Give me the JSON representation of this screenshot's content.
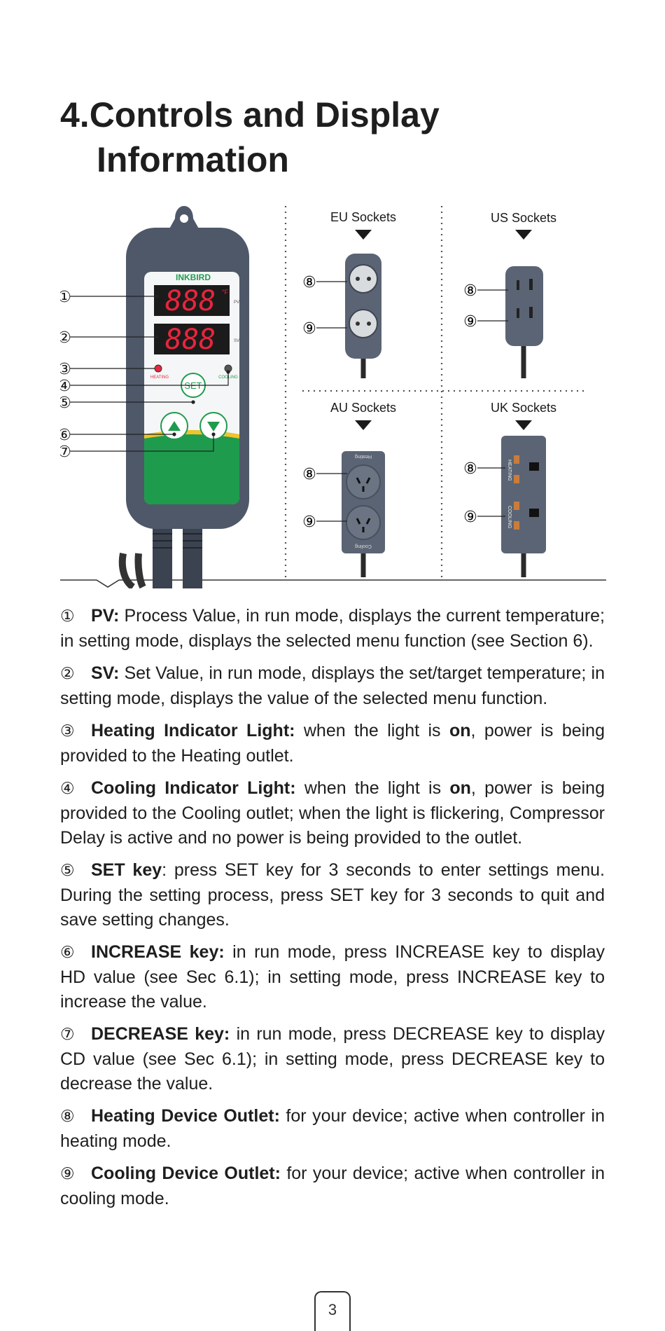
{
  "title": {
    "line1": "4.Controls and Display",
    "line2": "Information"
  },
  "figure": {
    "brand": "INKBIRD",
    "pv_display": "888",
    "pv_unit": "°F",
    "sv_display": "888",
    "pv_tag": "PV",
    "sv_tag": "SV",
    "heating_label": "HEATING",
    "cooling_label": "COOLING",
    "set_label": "SET",
    "callouts": [
      "①",
      "②",
      "③",
      "④",
      "⑤",
      "⑥",
      "⑦",
      "⑧",
      "⑨"
    ],
    "socket_titles": {
      "eu": "EU Sockets",
      "us": "US Sockets",
      "au": "AU Sockets",
      "uk": "UK Sockets"
    },
    "au_labels": {
      "top": "Heating",
      "bottom": "Cooling"
    },
    "uk_labels": {
      "top": "HEATING",
      "bottom": "COOLING"
    }
  },
  "definitions": [
    {
      "num": "①",
      "term": "PV:",
      "text": " Process Value, in run mode, displays the current temperature; in setting mode, displays the selected menu function (see Section 6)."
    },
    {
      "num": "②",
      "term": "SV:",
      "text": " Set Value, in run mode, displays the set/target temperature; in setting mode, displays the value of the selected menu function."
    },
    {
      "num": "③",
      "term": "Heating Indicator Light:",
      "text": " when the light is ",
      "bold": "on",
      "text2": ", power is being provided to the Heating outlet."
    },
    {
      "num": "④",
      "term": "Cooling Indicator Light:",
      "text": " when the light is ",
      "bold": "on",
      "text2": ", power is being provided to the Cooling outlet; when the light is flickering, Compressor Delay is active and no power is being provided to the outlet."
    },
    {
      "num": "⑤",
      "term": "SET key",
      "text": ": press SET key for 3 seconds to enter settings menu. During the setting process, press SET key for 3 seconds to quit and save setting changes."
    },
    {
      "num": "⑥",
      "term": "INCREASE key:",
      "text": " in run mode, press INCREASE key to display HD value (see Sec 6.1); in setting mode, press INCREASE key to increase the value."
    },
    {
      "num": "⑦",
      "term": "DECREASE key:",
      "text": " in run mode, press DECREASE key to display CD value (see Sec 6.1); in setting mode, press DECREASE key to decrease the value."
    },
    {
      "num": "⑧",
      "term": "Heating Device Outlet:",
      "text": " for your device; active when controller in heating mode."
    },
    {
      "num": "⑨",
      "term": "Cooling Device Outlet:",
      "text": " for your device; active when controller in cooling mode."
    }
  ],
  "page_number": "3",
  "colors": {
    "device_body": "#4e5869",
    "display_red": "#e8253d",
    "green": "#1f9b4e",
    "yellow": "#f2c32b"
  }
}
